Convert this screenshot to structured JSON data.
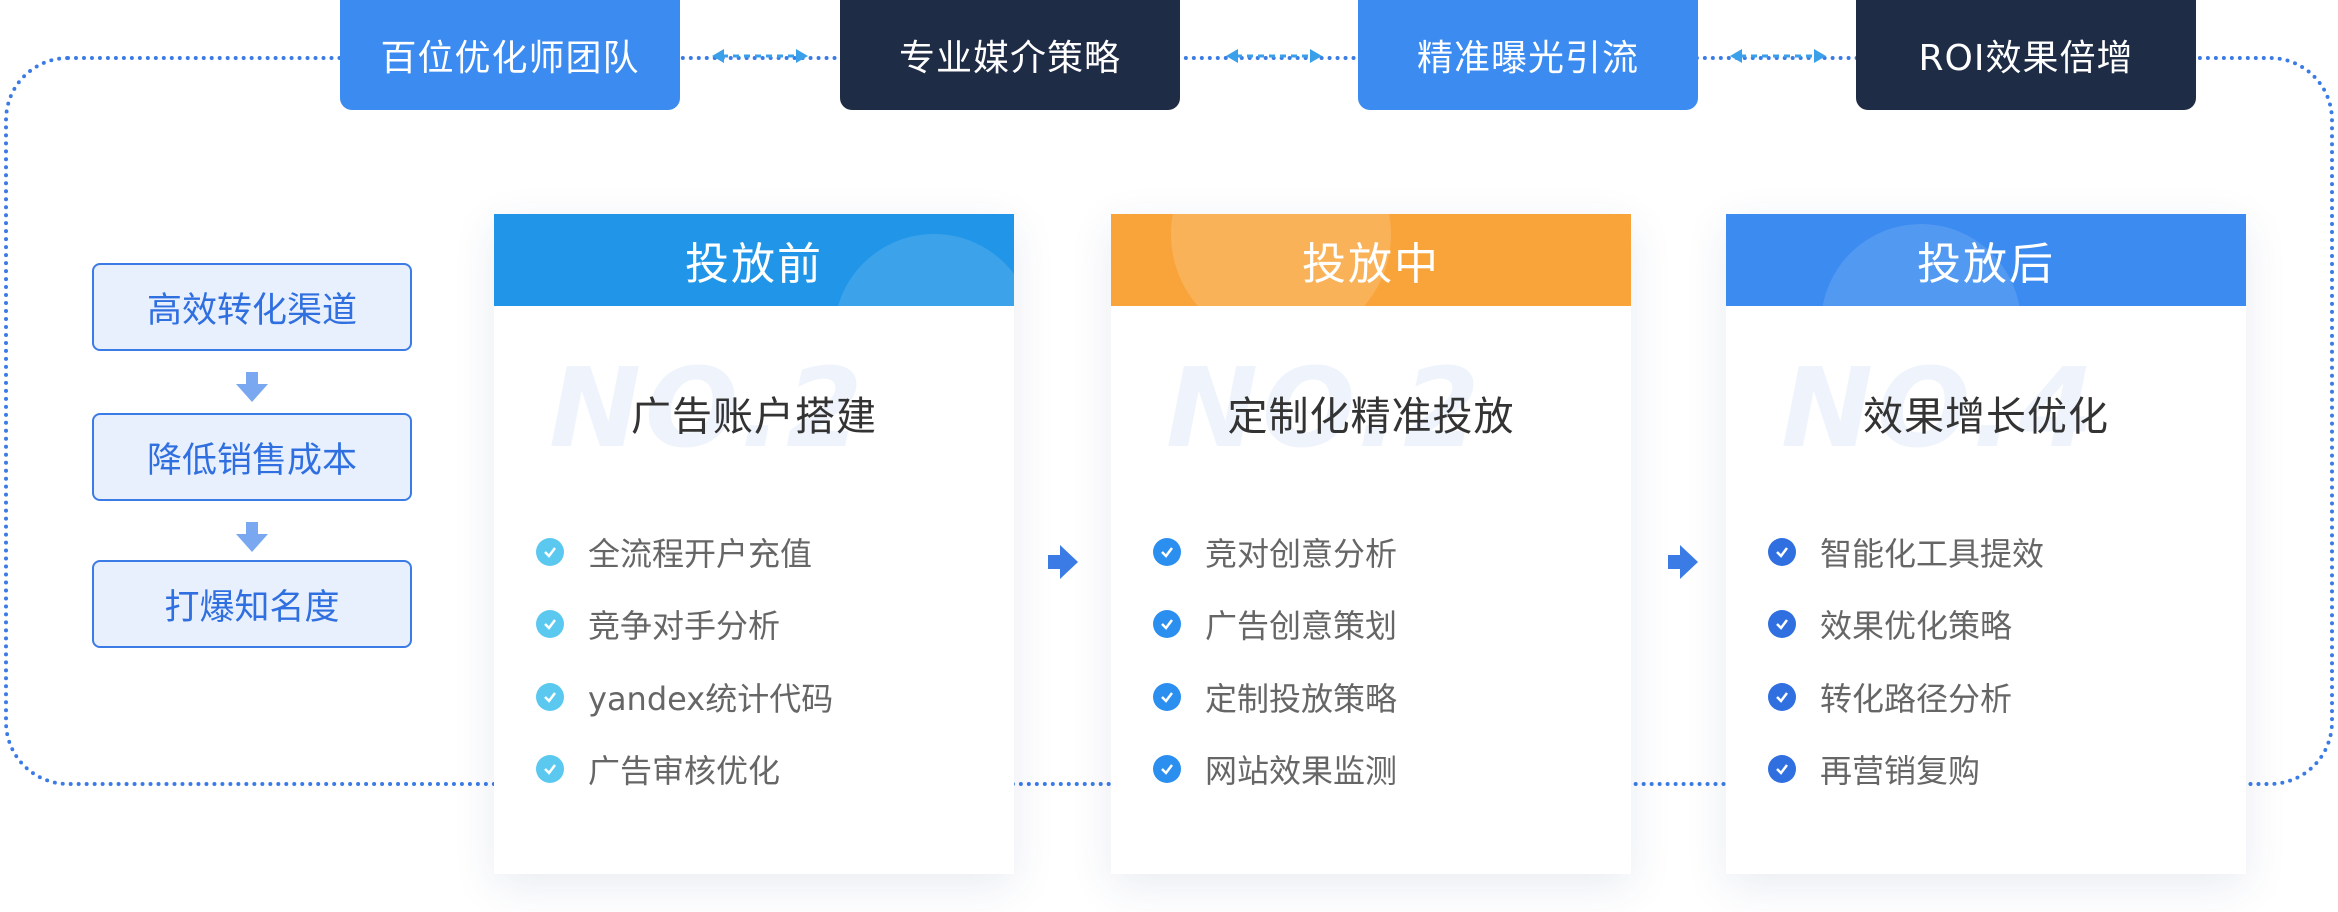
{
  "top_pills": [
    {
      "label": "百位优化师团队"
    },
    {
      "label": "专业媒介策略"
    },
    {
      "label": "精准曝光引流"
    },
    {
      "label": "ROI效果倍增"
    }
  ],
  "side_steps": [
    {
      "label": "高效转化渠道"
    },
    {
      "label": "降低销售成本"
    },
    {
      "label": "打爆知名度"
    }
  ],
  "cards": [
    {
      "header": "投放前",
      "watermark": "NO.2",
      "title": "广告账户搭建",
      "items": [
        "全流程开户充值",
        "竞争对手分析",
        "yandex统计代码",
        "广告审核优化"
      ]
    },
    {
      "header": "投放中",
      "watermark": "NO.2",
      "title": "定制化精准投放",
      "items": [
        "竞对创意分析",
        "广告创意策划",
        "定制投放策略",
        "网站效果监测"
      ]
    },
    {
      "header": "投放后",
      "watermark": "NO.4",
      "title": "效果增长优化",
      "items": [
        "智能化工具提效",
        "效果优化策略",
        "转化路径分析",
        "再营销复购"
      ]
    }
  ],
  "colors": {
    "pill_blue": "#3b8bf0",
    "pill_dark": "#1f2c45",
    "card1_header": "#2196e8",
    "card2_header": "#f9a43a",
    "card3_header": "#3b8bf0",
    "card1_check": "#5bc8f0",
    "card2_check": "#2b8ff0",
    "card3_check": "#2f6fe0",
    "accent": "#3b7be6"
  },
  "icons": {
    "check": "check-circle-icon",
    "flow_right": "arrow-right-icon",
    "flow_down": "arrow-down-icon",
    "link": "double-arrow-icon"
  }
}
